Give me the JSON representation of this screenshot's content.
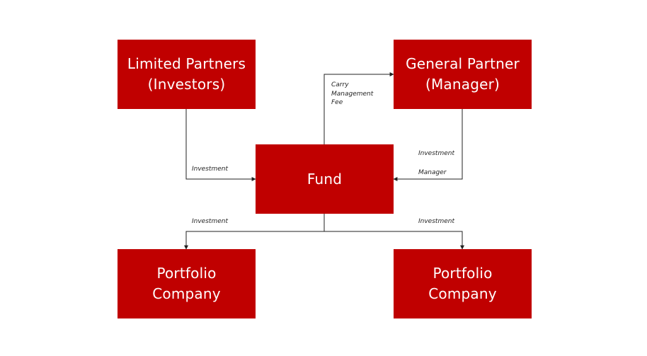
{
  "nodes": {
    "limited_partners": {
      "label": "Limited Partners\n(Investors)"
    },
    "general_partner": {
      "label": "General Partner\n(Manager)"
    },
    "fund": {
      "label": "Fund"
    },
    "portfolio_company_left": {
      "label": "Portfolio\nCompany"
    },
    "portfolio_company_right": {
      "label": "Portfolio\nCompany"
    }
  },
  "edges": {
    "lp_to_fund": {
      "label": "Investment"
    },
    "fund_to_gp": {
      "lines": [
        "Carry",
        "Management",
        "Fee"
      ]
    },
    "gp_to_fund": {
      "label_top": "Investment",
      "label_bottom": "Manager"
    },
    "fund_to_pc_left": {
      "label": "Investment"
    },
    "fund_to_pc_right": {
      "label": "Investment"
    }
  },
  "colors": {
    "node_fill": "#c00000",
    "node_text": "#ffffff",
    "connector": "#222222"
  }
}
